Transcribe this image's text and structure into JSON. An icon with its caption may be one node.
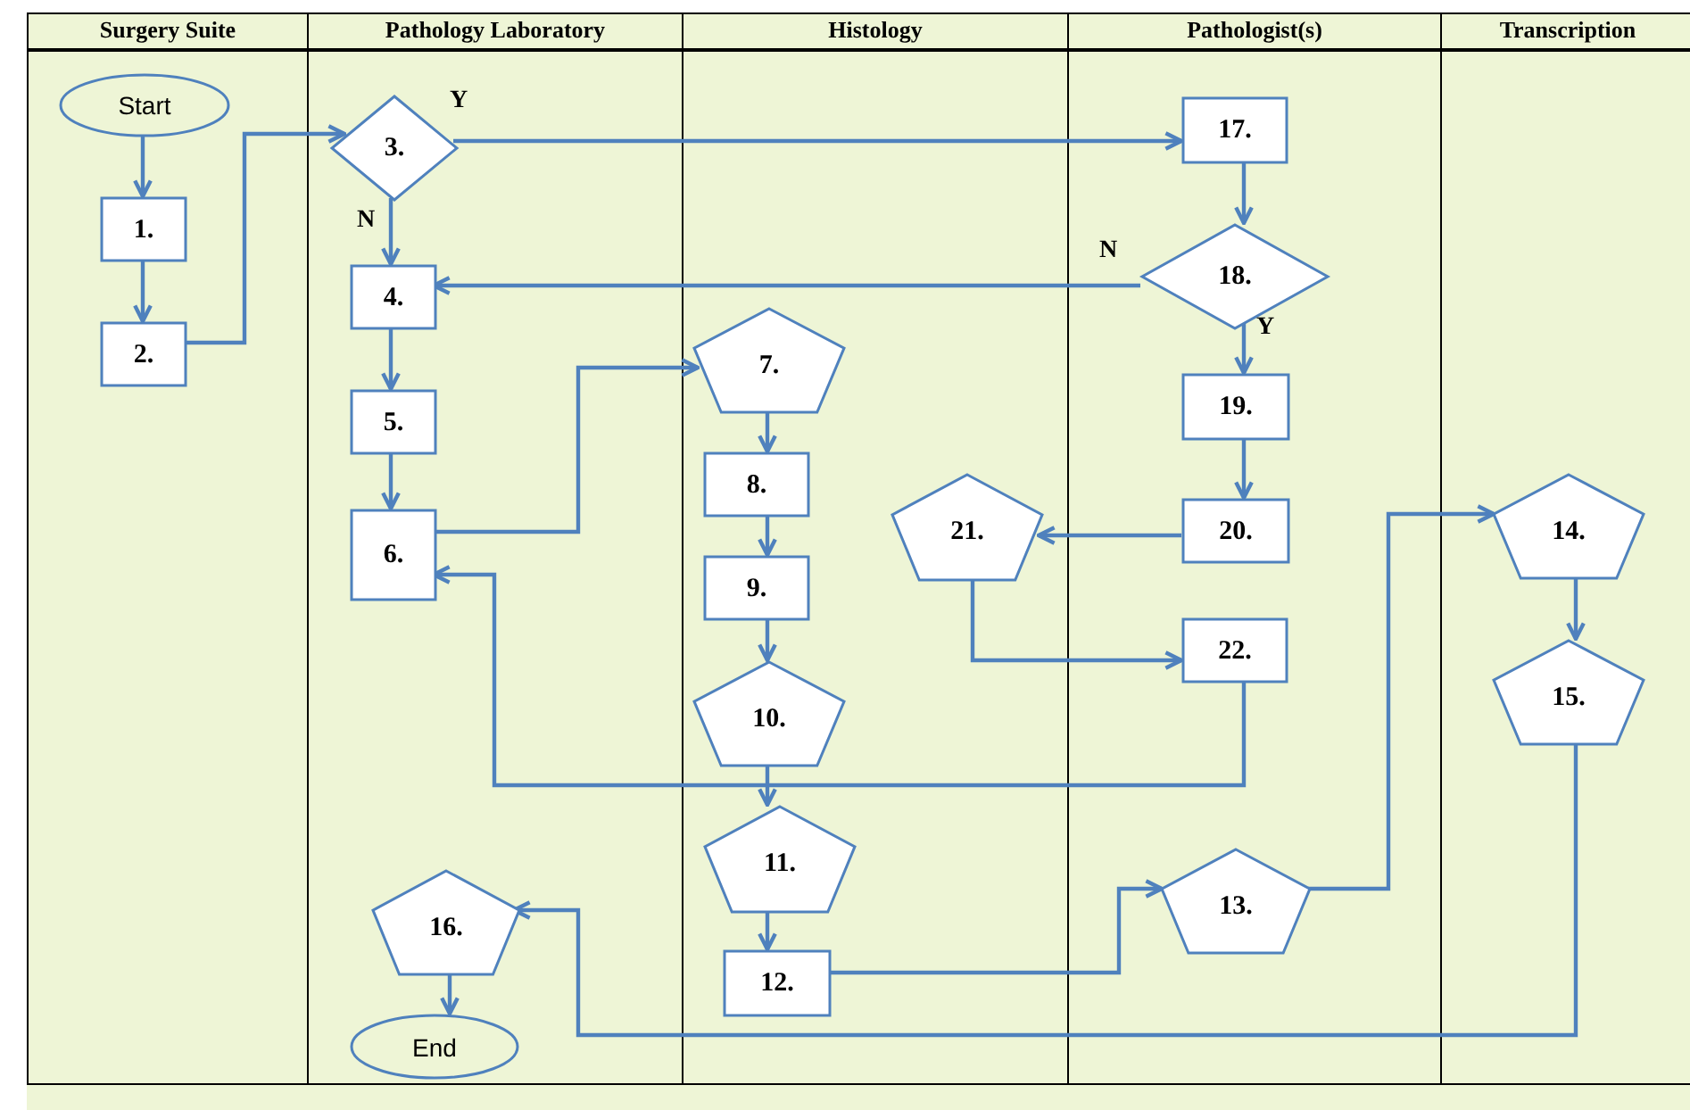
{
  "diagram": {
    "nodes": [
      {
        "text": [
          "Surgery Suite"
        ]
      },
      {
        "text": [
          "Pathology Laboratory"
        ]
      },
      {
        "text": [
          "Histology"
        ]
      },
      {
        "text": [
          "Pathologist(s)"
        ]
      },
      {
        "text": [
          "Transcription"
        ]
      },
      {
        "text": [
          "Start"
        ],
        "in": 0
      },
      {
        "text": [
          "1."
        ],
        "in": 0
      },
      {
        "text": [
          "2."
        ],
        "in": 0
      },
      {
        "text": [
          "3."
        ],
        "in": 1
      },
      {
        "text": [
          "4."
        ],
        "in": 1
      },
      {
        "text": [
          "5."
        ],
        "in": 1
      },
      {
        "text": [
          "6."
        ],
        "in": 1
      },
      {
        "text": [
          "16."
        ],
        "in": 1
      },
      {
        "text": [
          "End"
        ],
        "in": 1
      },
      {
        "text": [
          "7."
        ],
        "in": 2
      },
      {
        "text": [
          "8."
        ],
        "in": 2
      },
      {
        "text": [
          "9."
        ],
        "in": 2
      },
      {
        "text": [
          "10."
        ],
        "in": 2
      },
      {
        "text": [
          "11."
        ],
        "in": 2
      },
      {
        "text": [
          "12."
        ],
        "in": 2
      },
      {
        "text": [
          "21."
        ],
        "in": 2
      },
      {
        "text": [
          "17."
        ],
        "in": 3
      },
      {
        "text": [
          "18."
        ],
        "in": 3
      },
      {
        "text": [
          "19."
        ],
        "in": 3
      },
      {
        "text": [
          "20."
        ],
        "in": 3
      },
      {
        "text": [
          "22."
        ],
        "in": 3
      },
      {
        "text": [
          "13."
        ],
        "in": 3
      },
      {
        "text": [
          "14."
        ],
        "in": 4
      },
      {
        "text": [
          "15."
        ],
        "in": 4
      }
    ],
    "edges": [
      {
        "from": 5,
        "to": 6,
        "arrow": "to"
      },
      {
        "from": 6,
        "to": 7,
        "arrow": "to"
      },
      {
        "from": 7,
        "to": 8,
        "arrow": "to"
      },
      {
        "from": 8,
        "to": 21,
        "arrow": "to",
        "label": "Y"
      },
      {
        "from": 8,
        "to": 9,
        "arrow": "to",
        "label": "N"
      },
      {
        "from": 22,
        "to": 9,
        "arrow": "to",
        "label": "N"
      },
      {
        "from": 22,
        "to": 23,
        "arrow": "to",
        "label": "Y"
      },
      {
        "from": 21,
        "to": 22,
        "arrow": "to"
      },
      {
        "from": 23,
        "to": 24,
        "arrow": "to"
      },
      {
        "from": 9,
        "to": 10,
        "arrow": "to"
      },
      {
        "from": 10,
        "to": 11,
        "arrow": "to"
      },
      {
        "from": 11,
        "to": 14,
        "arrow": "to"
      },
      {
        "from": 14,
        "to": 15,
        "arrow": "to"
      },
      {
        "from": 15,
        "to": 16,
        "arrow": "to"
      },
      {
        "from": 16,
        "to": 17,
        "arrow": "to"
      },
      {
        "from": 17,
        "to": 18,
        "arrow": "to"
      },
      {
        "from": 24,
        "to": 20,
        "arrow": "to"
      },
      {
        "from": 20,
        "to": 25,
        "arrow": "to"
      },
      {
        "from": 25,
        "to": 11,
        "arrow": "to"
      },
      {
        "from": 18,
        "to": 19,
        "arrow": "to"
      },
      {
        "from": 19,
        "to": 26,
        "arrow": "to"
      },
      {
        "from": 26,
        "to": 27,
        "arrow": "to"
      },
      {
        "from": 27,
        "to": 28,
        "arrow": "to"
      },
      {
        "from": 28,
        "to": 12,
        "arrow": "to"
      },
      {
        "from": 12,
        "to": 13,
        "arrow": "to"
      }
    ]
  }
}
